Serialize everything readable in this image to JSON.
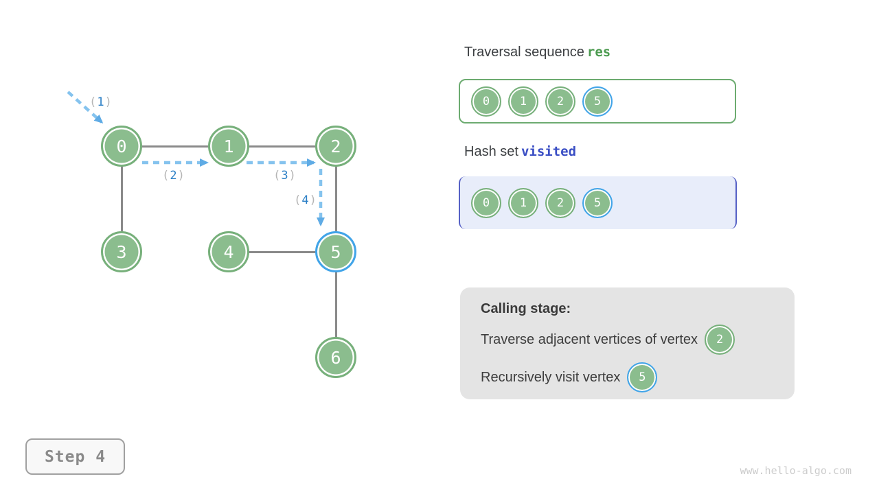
{
  "graph": {
    "nodes": [
      {
        "label": "0",
        "highlighted": false
      },
      {
        "label": "1",
        "highlighted": false
      },
      {
        "label": "2",
        "highlighted": false
      },
      {
        "label": "3",
        "highlighted": false
      },
      {
        "label": "4",
        "highlighted": false
      },
      {
        "label": "5",
        "highlighted": true
      },
      {
        "label": "6",
        "highlighted": false
      }
    ],
    "edges": [
      [
        "0",
        "1"
      ],
      [
        "1",
        "2"
      ],
      [
        "0",
        "3"
      ],
      [
        "2",
        "5"
      ],
      [
        "4",
        "5"
      ],
      [
        "5",
        "6"
      ]
    ],
    "arrow_labels": [
      {
        "open": "(",
        "num": "1",
        "close": ")"
      },
      {
        "open": "(",
        "num": "2",
        "close": ")"
      },
      {
        "open": "(",
        "num": "3",
        "close": ")"
      },
      {
        "open": "(",
        "num": "4",
        "close": ")"
      }
    ]
  },
  "traversal_sequence": {
    "title": "Traversal sequence",
    "code": "res",
    "items": [
      {
        "label": "0",
        "highlighted": false
      },
      {
        "label": "1",
        "highlighted": false
      },
      {
        "label": "2",
        "highlighted": false
      },
      {
        "label": "5",
        "highlighted": true
      }
    ]
  },
  "hash_set": {
    "title": "Hash set",
    "code": "visited",
    "items": [
      {
        "label": "0",
        "highlighted": false
      },
      {
        "label": "1",
        "highlighted": false
      },
      {
        "label": "2",
        "highlighted": false
      },
      {
        "label": "5",
        "highlighted": true
      }
    ]
  },
  "calling_stage": {
    "title": "Calling stage:",
    "lines": [
      {
        "text": "Traverse adjacent vertices of vertex",
        "node": "2",
        "node_highlighted": false
      },
      {
        "text": "Recursively visit vertex",
        "node": "5",
        "node_highlighted": true
      }
    ]
  },
  "step_badge": {
    "label": "Step 4"
  },
  "watermark": "www.hello-algo.com",
  "colors": {
    "node_green": "#8bbd8e",
    "node_border_green": "#77b07b",
    "highlight_blue": "#41a4e9",
    "edge_gray": "#8a8a8a",
    "arrow_blue": "#85c3ee",
    "arrowhead_blue": "#5fabe5",
    "arrow_label_digit": "#2b7fc6",
    "arrow_label_paren": "#b5b5b5",
    "code_green": "#4c9b50",
    "code_indigo": "#3a4ec4",
    "heading_text": "#3d4043",
    "res_box_border": "#6cab70",
    "visited_box_bg": "#e8edfa",
    "visited_box_border": "#5560c5",
    "calling_box_bg": "#e4e4e4",
    "step_text": "#8a8a8a",
    "watermark_gray": "#cccccc"
  }
}
